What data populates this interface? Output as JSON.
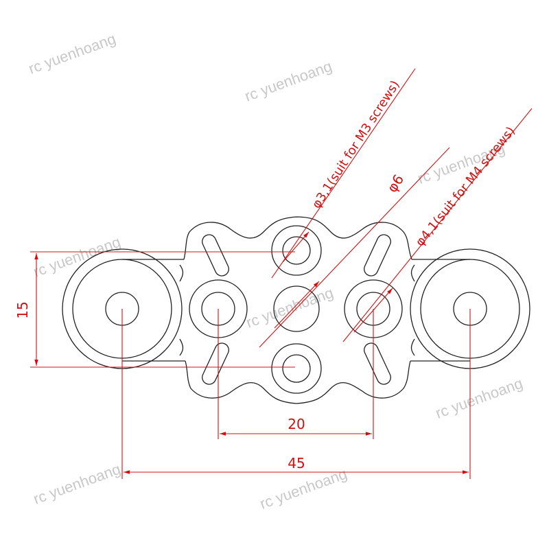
{
  "drawing": {
    "dimensions": {
      "height": "15",
      "inner_spacing": "20",
      "outer_spacing": "45"
    },
    "callouts": {
      "m3_hole": "φ3,1(suit for M3 screws)",
      "center_hole": "φ6",
      "m4_hole": "φ4,1(suit for M4 screws)"
    },
    "watermark": "rc yuenhoang",
    "colors": {
      "part_outline": "#202020",
      "dimension": "#d01010",
      "watermark": "#c8c8c8"
    }
  }
}
